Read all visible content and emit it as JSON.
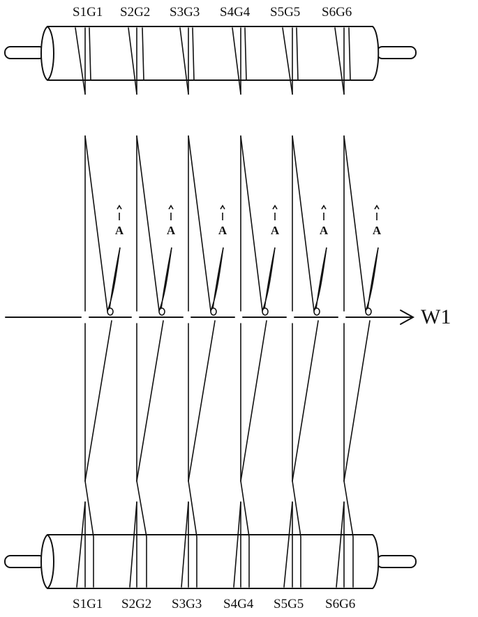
{
  "top_labels": [
    "S1G1",
    "S2G2",
    "S3G3",
    "S4G4",
    "S5G5",
    "S6G6"
  ],
  "bottom_labels": [
    "S1G1",
    "S2G2",
    "S3G3",
    "S4G4",
    "S5G5",
    "S6G6"
  ],
  "weft_label": "W1",
  "direction_marker": "A"
}
